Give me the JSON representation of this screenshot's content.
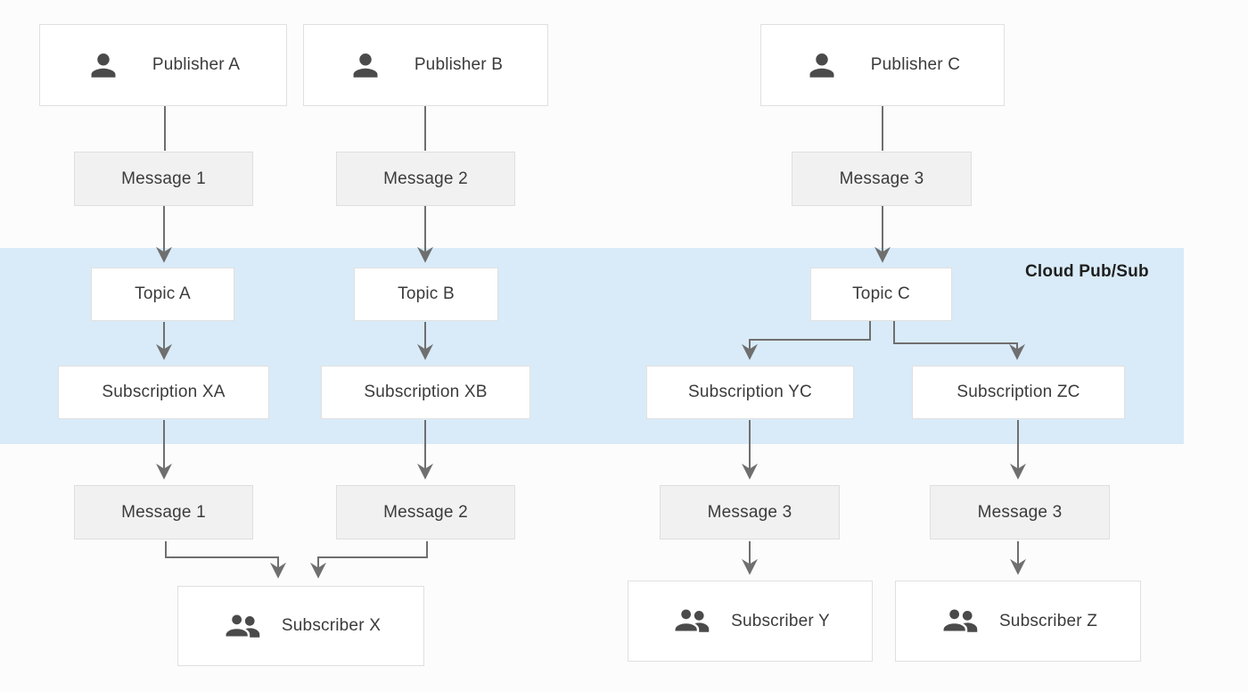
{
  "band": {
    "label": "Cloud Pub/Sub"
  },
  "nodes": {
    "publisher_a": "Publisher A",
    "publisher_b": "Publisher B",
    "publisher_c": "Publisher C",
    "message_1_top": "Message 1",
    "message_2_top": "Message 2",
    "message_3_top": "Message 3",
    "topic_a": "Topic A",
    "topic_b": "Topic B",
    "topic_c": "Topic C",
    "subscription_xa": "Subscription XA",
    "subscription_xb": "Subscription XB",
    "subscription_yc": "Subscription YC",
    "subscription_zc": "Subscription ZC",
    "message_1_bottom": "Message 1",
    "message_2_bottom": "Message 2",
    "message_3_bottom_left": "Message 3",
    "message_3_bottom_right": "Message 3",
    "subscriber_x": "Subscriber X",
    "subscriber_y": "Subscriber Y",
    "subscriber_z": "Subscriber Z"
  },
  "icons": {
    "publisher": "person-icon",
    "subscriber": "people-icon"
  },
  "colors": {
    "band": "#d9ebf8",
    "node_fill": "#ffffff",
    "message_fill": "#f1f1f1",
    "border": "#e0e0e0",
    "arrow": "#6f6f6f",
    "icon": "#4a4a4a",
    "text": "#3b3b3b"
  }
}
